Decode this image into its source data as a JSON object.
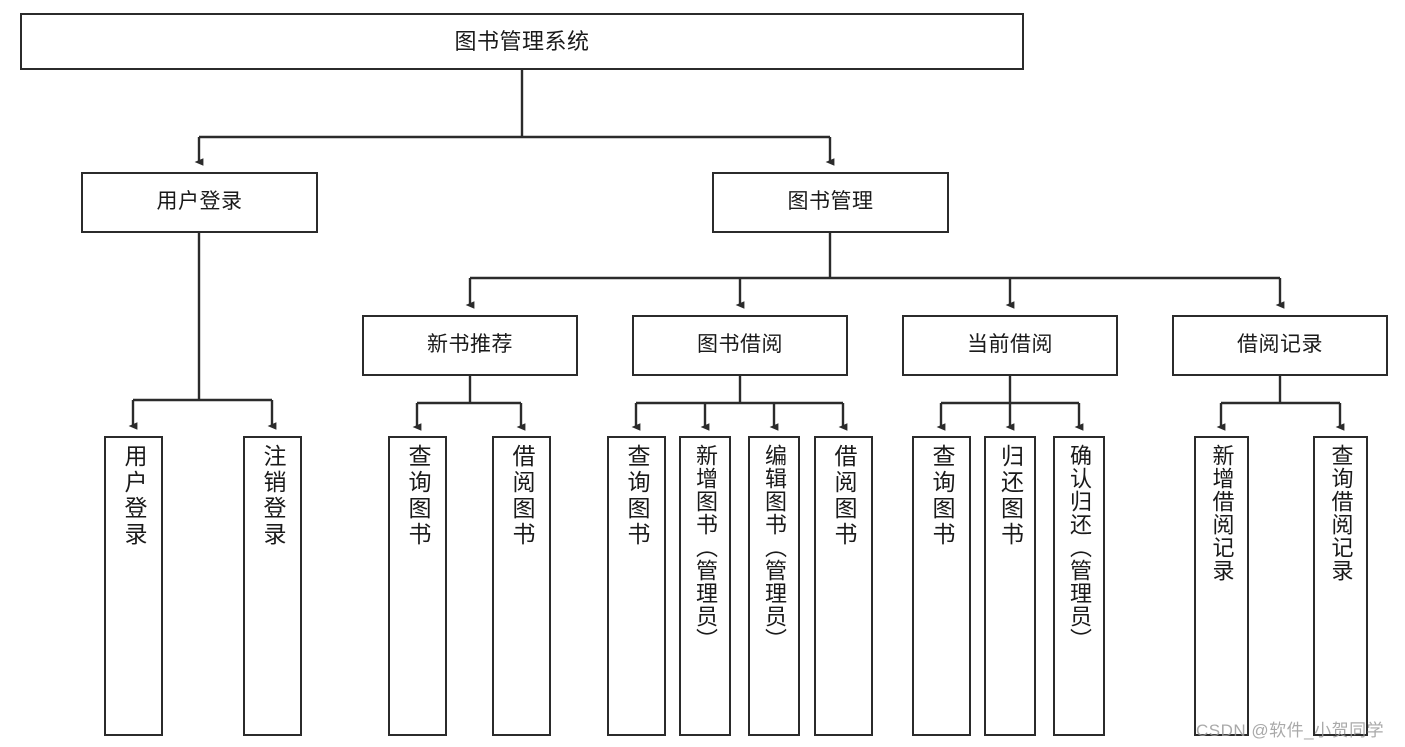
{
  "diagram": {
    "title": "图书管理系统",
    "type": "tree-hierarchy-diagram",
    "nodes": {
      "root": {
        "label": "图书管理系统"
      },
      "level2": [
        {
          "id": "user-login",
          "label": "用户登录"
        },
        {
          "id": "book-manage",
          "label": "图书管理"
        }
      ],
      "level3": [
        {
          "id": "new-book-recommend",
          "label": "新书推荐"
        },
        {
          "id": "book-borrow",
          "label": "图书借阅"
        },
        {
          "id": "current-borrow",
          "label": "当前借阅"
        },
        {
          "id": "borrow-record",
          "label": "借阅记录"
        }
      ],
      "leaves": {
        "user_login": [
          {
            "id": "leaf-user-login",
            "label": "用户登录"
          },
          {
            "id": "leaf-logout-login",
            "label": "注销登录"
          }
        ],
        "new_book_recommend": [
          {
            "id": "leaf-query-book-1",
            "label": "查询图书"
          },
          {
            "id": "leaf-borrow-book-1",
            "label": "借阅图书"
          }
        ],
        "book_borrow": [
          {
            "id": "leaf-query-book-2",
            "label": "查询图书"
          },
          {
            "id": "leaf-add-book",
            "label": "新增图书（管理员）"
          },
          {
            "id": "leaf-edit-book",
            "label": "编辑图书（管理员）"
          },
          {
            "id": "leaf-borrow-book-2",
            "label": "借阅图书"
          }
        ],
        "current_borrow": [
          {
            "id": "leaf-query-book-3",
            "label": "查询图书"
          },
          {
            "id": "leaf-return-book",
            "label": "归还图书"
          },
          {
            "id": "leaf-confirm-return",
            "label": "确认归还（管理员）"
          }
        ],
        "borrow_record": [
          {
            "id": "leaf-add-borrow-record",
            "label": "新增借阅记录"
          },
          {
            "id": "leaf-query-borrow-record",
            "label": "查询借阅记录"
          }
        ]
      }
    },
    "colors": {
      "stroke": "#2b2b2b",
      "fill": "#ffffff",
      "text": "#1a1a1a",
      "watermark": "#9b9b9b"
    }
  },
  "watermark": {
    "text": "CSDN @软件_小贺同学"
  }
}
